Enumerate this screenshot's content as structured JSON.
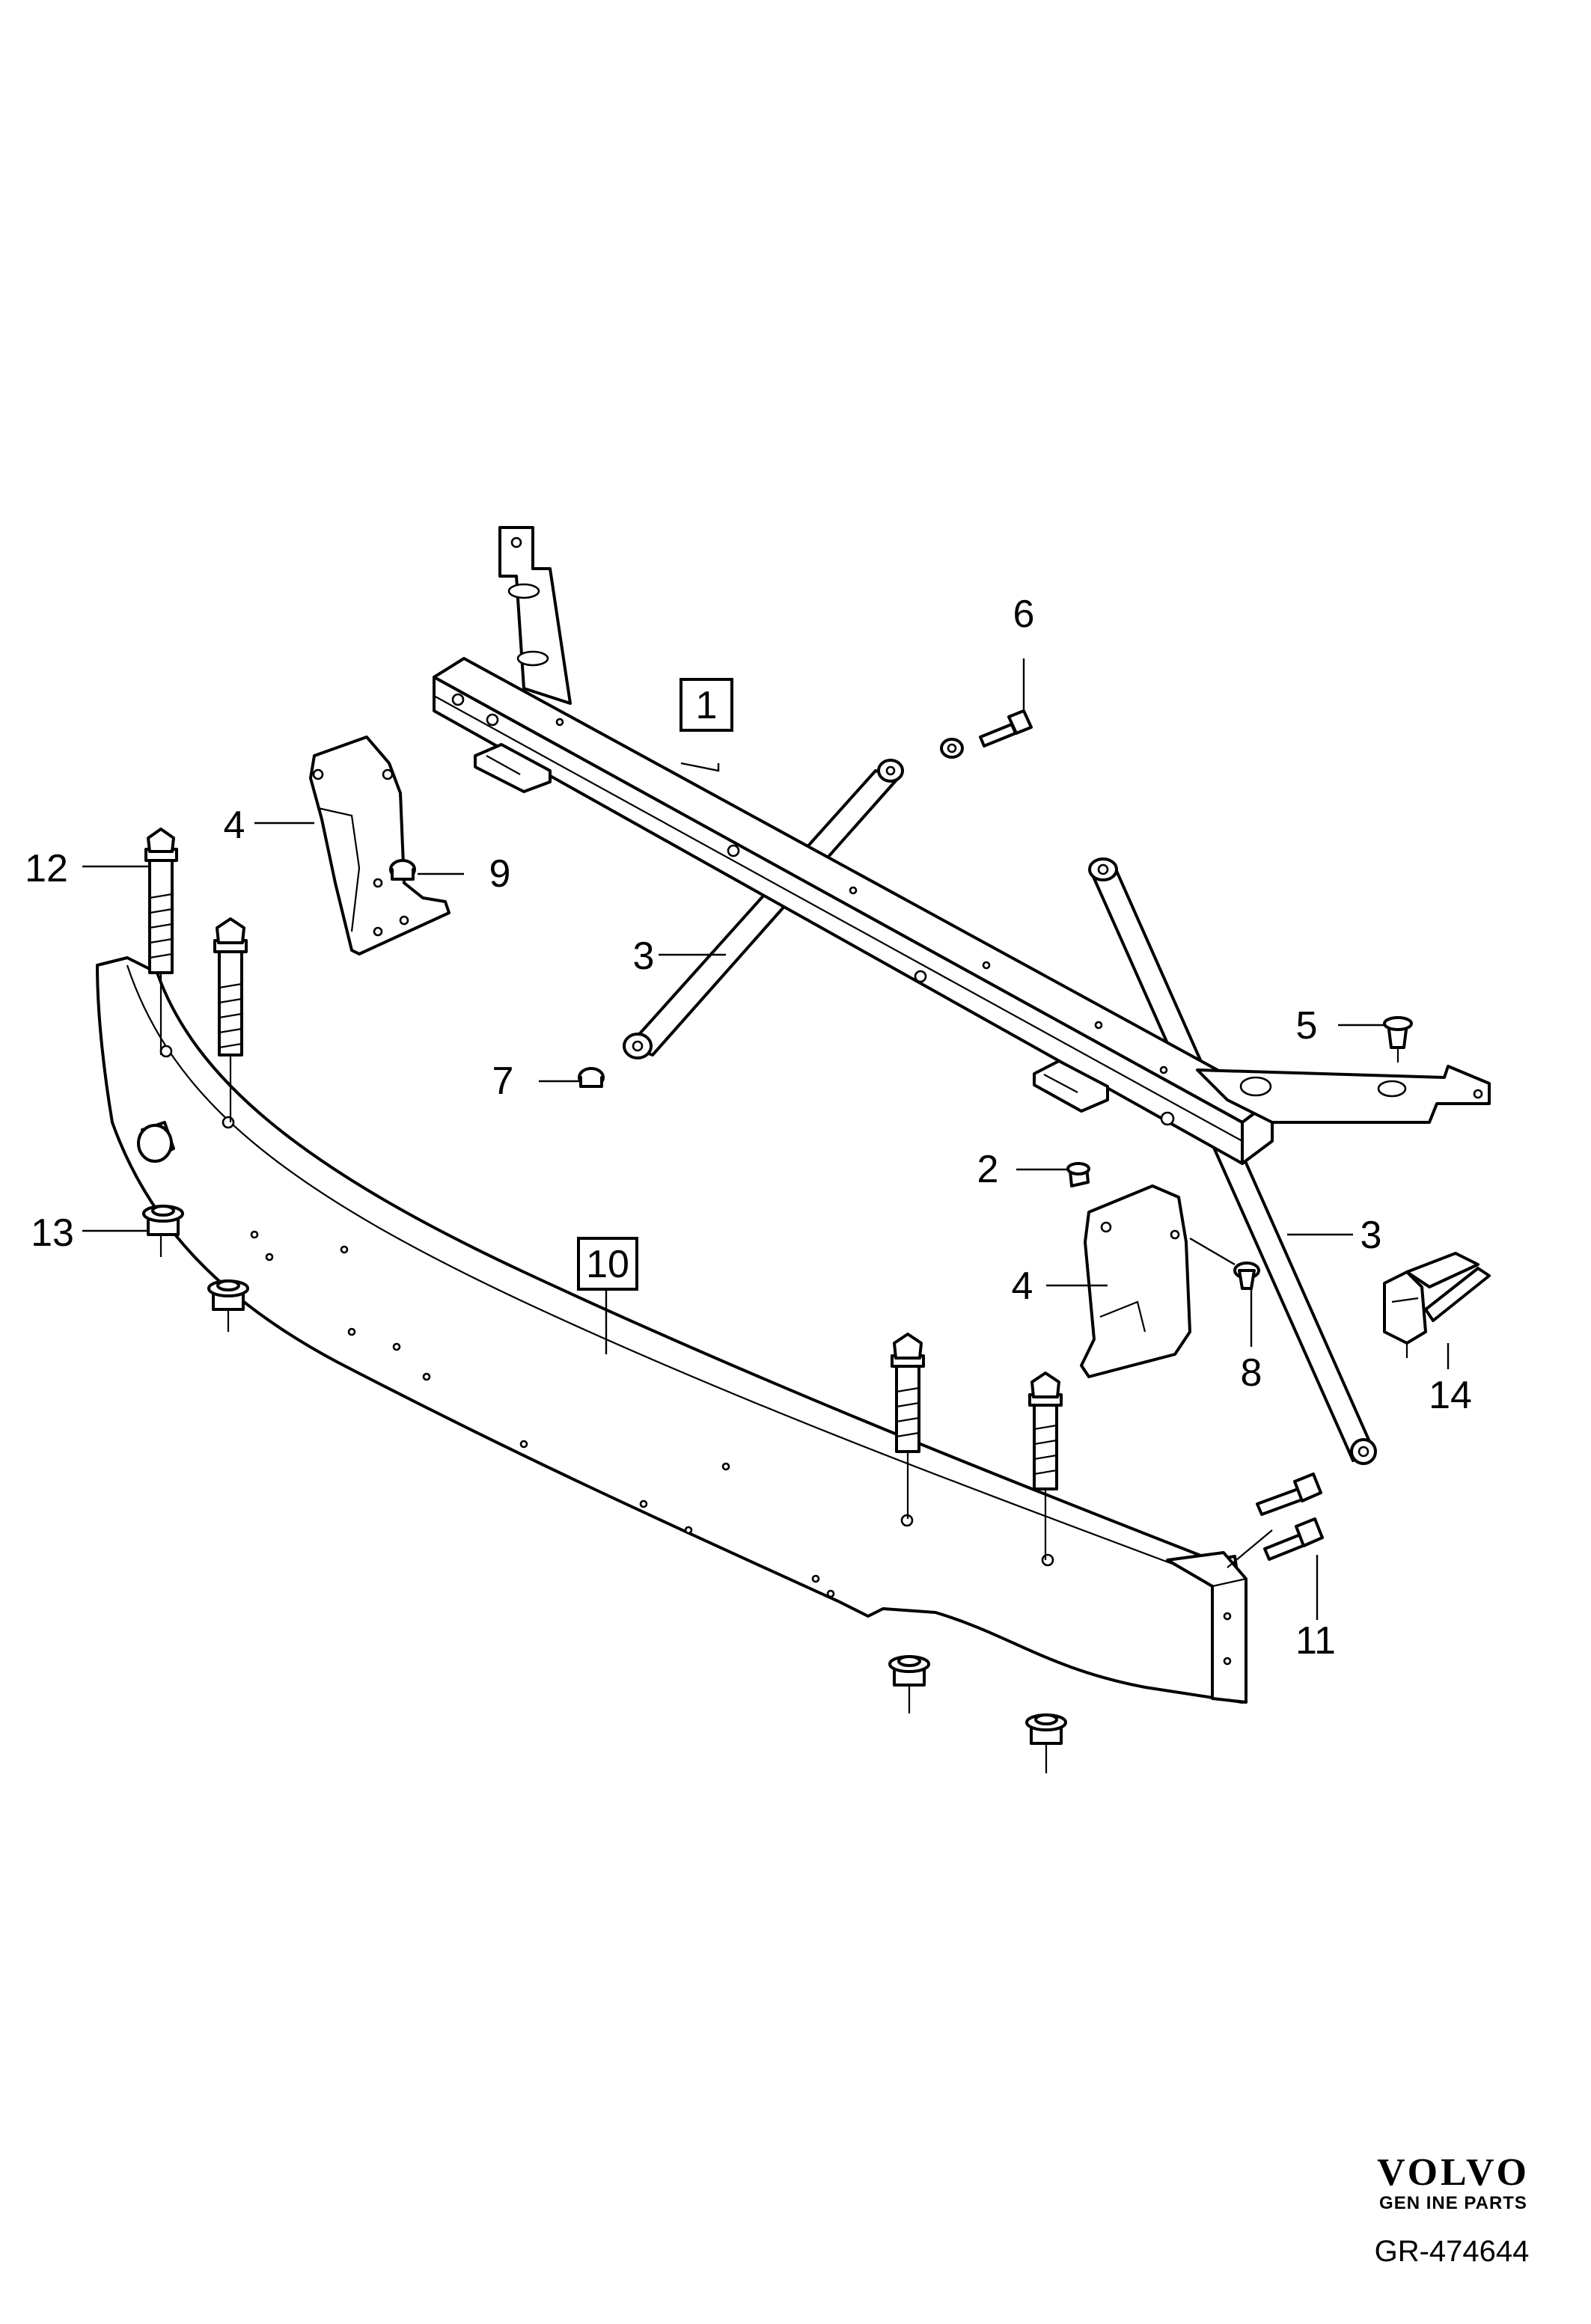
{
  "callouts": {
    "c1": "1",
    "c2": "2",
    "c3a": "3",
    "c3b": "3",
    "c4a": "4",
    "c4b": "4",
    "c5": "5",
    "c6": "6",
    "c7": "7",
    "c8": "8",
    "c9": "9",
    "c10": "10",
    "c11": "11",
    "c12": "12",
    "c13": "13",
    "c14": "14"
  },
  "footer": {
    "brand": "VOLVO",
    "tagline": "GEN INE PARTS",
    "reference": "GR-474644"
  }
}
